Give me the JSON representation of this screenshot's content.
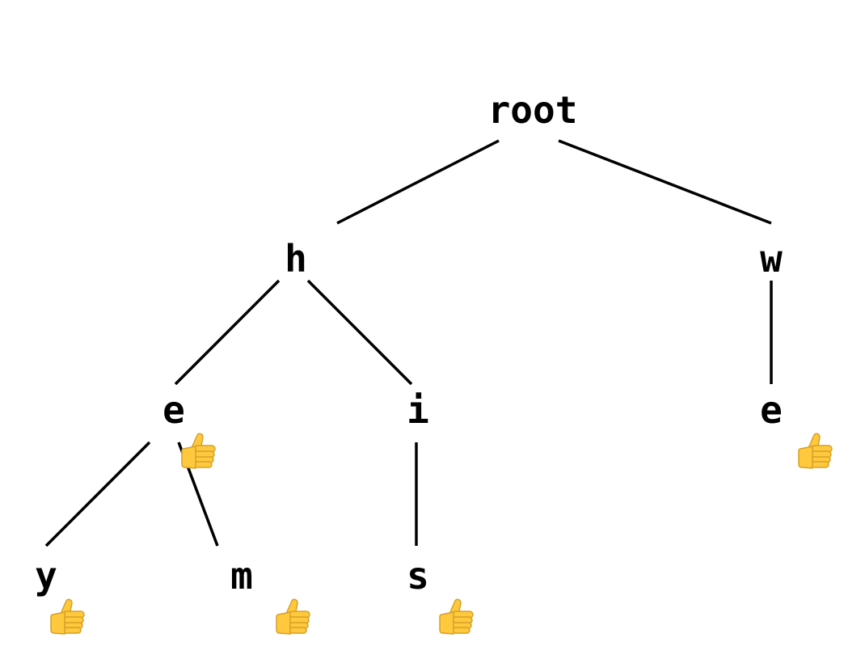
{
  "tree": {
    "nodes": [
      {
        "id": "root",
        "label": "root",
        "word_end": false
      },
      {
        "id": "h",
        "label": "h",
        "word_end": false
      },
      {
        "id": "w",
        "label": "w",
        "word_end": false
      },
      {
        "id": "he",
        "label": "e",
        "word_end": true
      },
      {
        "id": "hi",
        "label": "i",
        "word_end": false
      },
      {
        "id": "we",
        "label": "e",
        "word_end": true
      },
      {
        "id": "hey",
        "label": "y",
        "word_end": true
      },
      {
        "id": "hem",
        "label": "m",
        "word_end": true
      },
      {
        "id": "his",
        "label": "s",
        "word_end": true
      }
    ],
    "edges": [
      [
        "root",
        "h"
      ],
      [
        "root",
        "w"
      ],
      [
        "h",
        "he"
      ],
      [
        "h",
        "hi"
      ],
      [
        "w",
        "we"
      ],
      [
        "he",
        "hey"
      ],
      [
        "he",
        "hem"
      ],
      [
        "hi",
        "his"
      ]
    ],
    "word_end_icon": "thumbs-up-icon",
    "colors": {
      "text": "#000000",
      "edge": "#000000",
      "icon_fill": "#ffc83d",
      "icon_outline": "#d6a126"
    }
  }
}
